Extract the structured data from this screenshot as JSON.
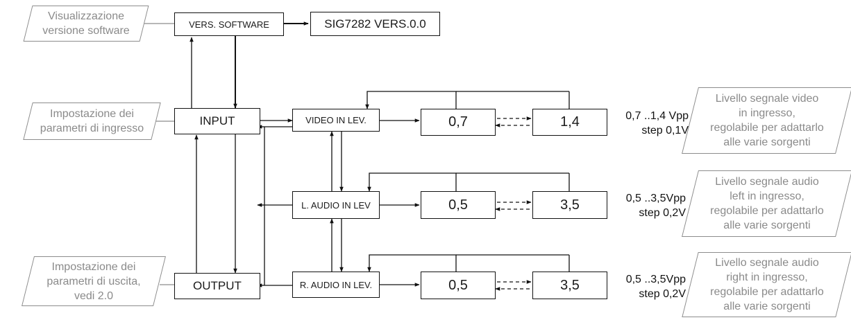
{
  "notes": {
    "software": [
      "Visualizzazione",
      "versione software"
    ],
    "input": [
      "Impostazione dei",
      "parametri di ingresso"
    ],
    "output": [
      "Impostazione dei",
      "parametri di uscita,",
      "vedi 2.0"
    ],
    "video": [
      "Livello segnale video",
      "in  ingresso,",
      "regolabile per adattarlo",
      "alle varie sorgenti"
    ],
    "audio_left": [
      "Livello segnale audio",
      "left in ingresso,",
      "regolabile per adattarlo",
      "alle varie sorgenti"
    ],
    "audio_right": [
      "Livello segnale audio",
      "right in ingresso,",
      "regolabile per adattarlo",
      "alle varie sorgenti"
    ]
  },
  "menu": {
    "software": "VERS. SOFTWARE",
    "software_value": "SIG7282 VERS.0.0",
    "input": "INPUT",
    "output": "OUTPUT",
    "video": "VIDEO IN LEV.",
    "audio_left": "L. AUDIO IN LEV",
    "audio_right": "R. AUDIO IN LEV."
  },
  "values": {
    "video_min": "0,7",
    "video_max": "1,4",
    "audio_left_min": "0,5",
    "audio_left_max": "3,5",
    "audio_right_min": "0,5",
    "audio_right_max": "3,5"
  },
  "ranges": {
    "video": [
      "0,7 ..1,4 Vpp",
      "step 0,1V"
    ],
    "audio_left": [
      "0,5 ..3,5Vpp",
      "step 0,2V"
    ],
    "audio_right": [
      "0,5 ..3,5Vpp",
      "step 0,2V"
    ]
  }
}
